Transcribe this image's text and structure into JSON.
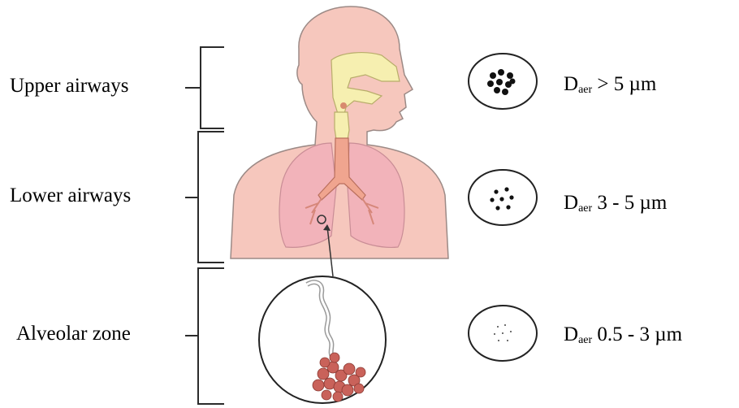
{
  "zones": [
    {
      "label": "Upper airways",
      "size_prefix": "D",
      "size_sub": "aer",
      "size_range": " > 5 µm"
    },
    {
      "label": "Lower airways",
      "size_prefix": "D",
      "size_sub": "aer",
      "size_range": " 3 - 5 µm"
    },
    {
      "label": "Alveolar zone",
      "size_prefix": "D",
      "size_sub": "aer",
      "size_range": " 0.5 - 3 µm"
    }
  ],
  "colors": {
    "skin": "#f6c7bd",
    "skin_outline": "#9c8a86",
    "airway": "#f6efb0",
    "trachea": "#f0a58f",
    "lung": "#f2b3ba",
    "alveoli": "#c9625a",
    "bracket": "#2b2b2b"
  }
}
